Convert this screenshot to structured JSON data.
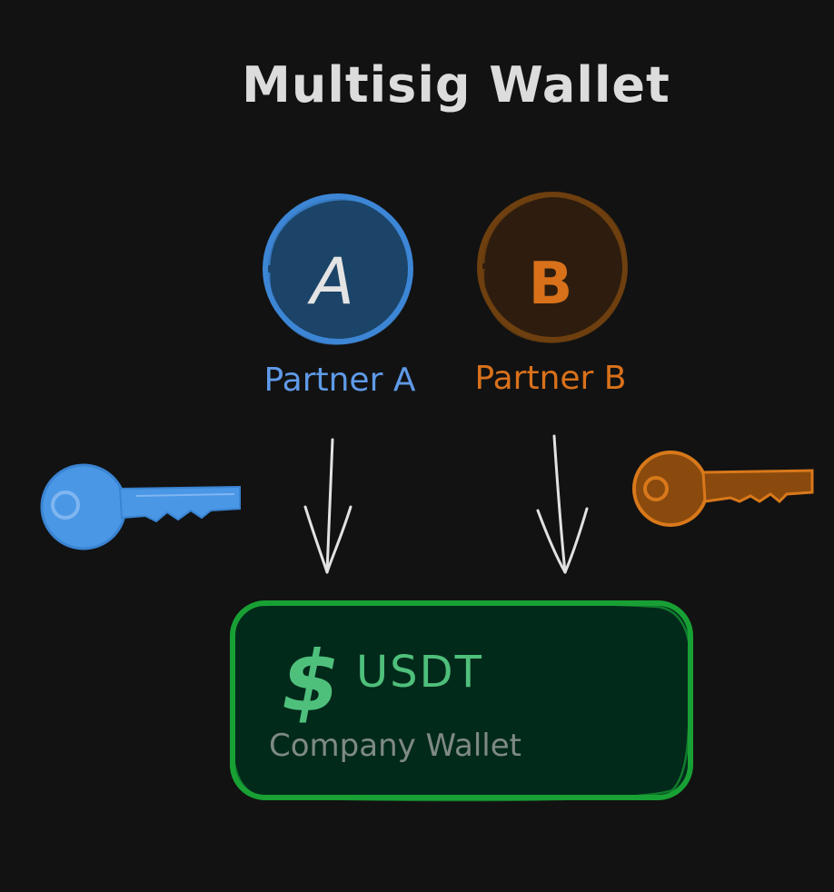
{
  "diagram": {
    "title": "Multisig Wallet",
    "partner_a": {
      "initial": "A",
      "label": "Partner A"
    },
    "partner_b": {
      "initial": "B",
      "label": "Partner B"
    },
    "wallet": {
      "symbol": "$",
      "currency": "USDT",
      "label": "Company Wallet"
    }
  },
  "colors": {
    "background": "#121212",
    "title": "#dcdcdc",
    "partner_a_fill": "#1b4468",
    "partner_a_stroke": "#3d86d6",
    "partner_a_text": "#5f9ae8",
    "partner_a_key": "#4a97e6",
    "partner_b_fill": "#2e1d0e",
    "partner_b_stroke": "#6e3f0f",
    "partner_b_text": "#d9711b",
    "partner_b_key": "#d8781a",
    "arrow": "#e2e2e2",
    "wallet_fill": "#022a1a",
    "wallet_stroke": "#18a034",
    "wallet_accent": "#4fc07c",
    "wallet_label": "#7f8a84"
  },
  "icons": {
    "partner_a_key": "key-icon",
    "partner_b_key": "key-icon",
    "arrows": "arrow-down-icon"
  }
}
